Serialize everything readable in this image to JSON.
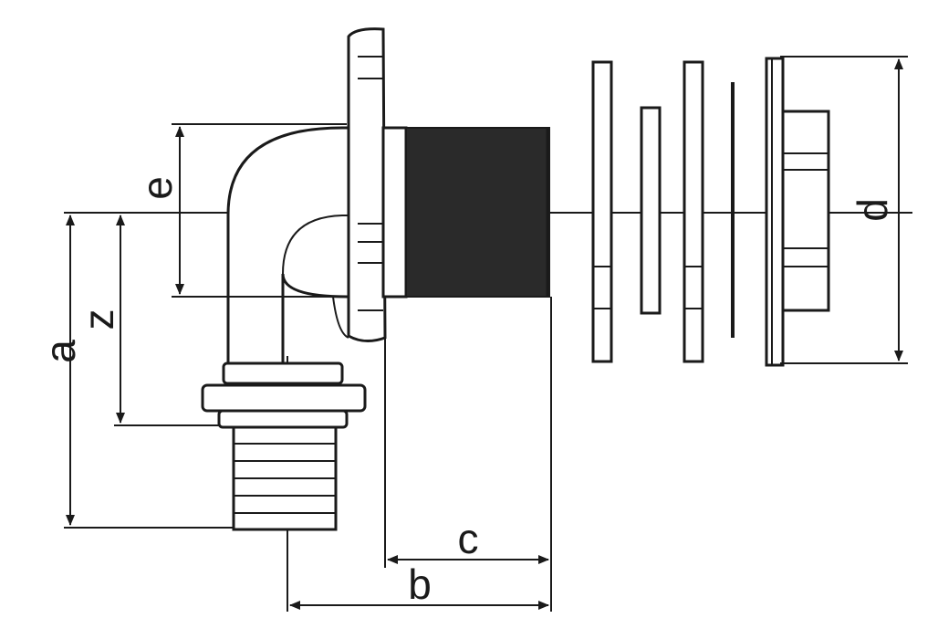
{
  "dimensions": {
    "a": "a",
    "z": "z",
    "e": "e",
    "c": "c",
    "b": "b",
    "d": "d"
  },
  "colors": {
    "line": "#1a1a1a",
    "thread": "#2a2a2a",
    "background": "#ffffff"
  }
}
